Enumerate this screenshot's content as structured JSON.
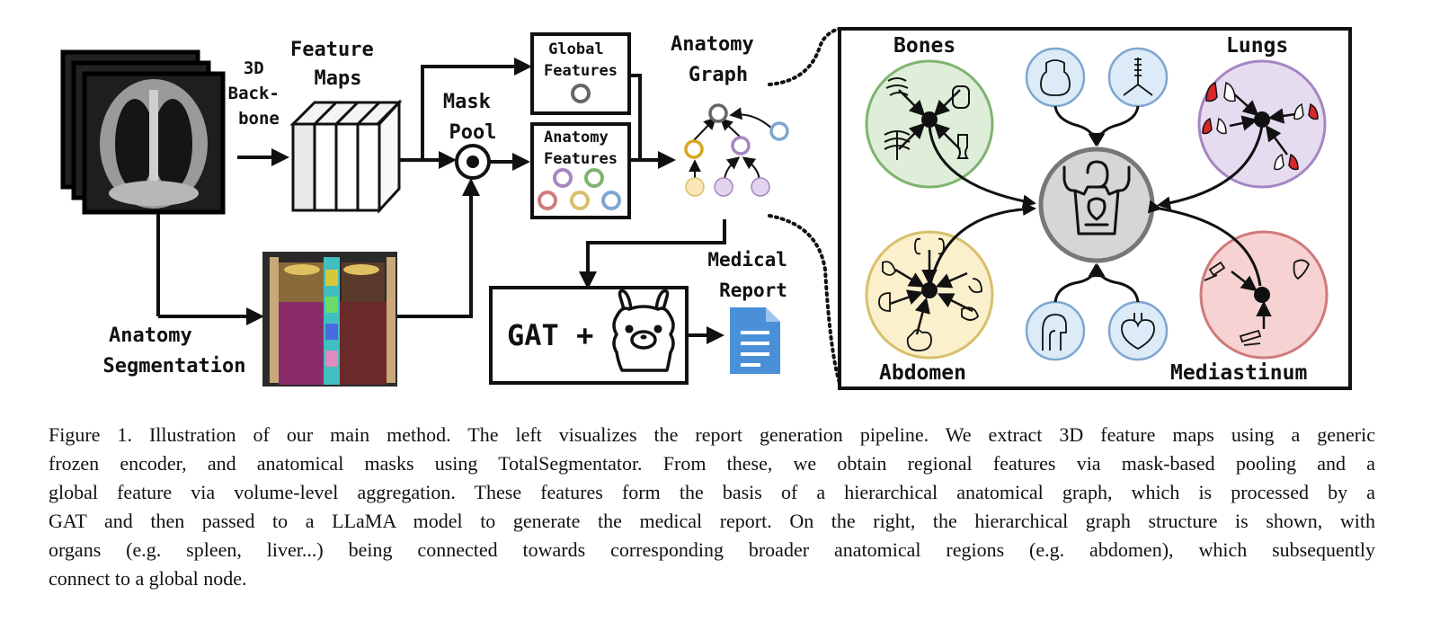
{
  "pipeline": {
    "backbone_label_lines": [
      "3D",
      "Back-",
      "bone"
    ],
    "feature_maps_lines": [
      "Feature",
      "Maps"
    ],
    "mask_pool_lines": [
      "Mask",
      "Pool"
    ],
    "global_features_lines": [
      "Global",
      "Features"
    ],
    "anatomy_features_lines": [
      "Anatomy",
      "Features"
    ],
    "anatomy_graph_lines": [
      "Anatomy",
      "Graph"
    ],
    "segmentation_lines": [
      "Anatomy",
      "Segmentation"
    ],
    "gat_label": "GAT +",
    "report_lines": [
      "Medical",
      "Report"
    ]
  },
  "hierarchy": {
    "bones_label": "Bones",
    "lungs_label": "Lungs",
    "abdomen_label": "Abdomen",
    "mediastinum_label": "Mediastinum"
  },
  "colors": {
    "bones": "#dfeed9",
    "bones_stroke": "#7fb46f",
    "lungs": "#e6dcef",
    "lungs_stroke": "#a686c2",
    "abdomen": "#fbf0cc",
    "abdomen_stroke": "#d8bf6a",
    "mediastinum": "#f6d2d2",
    "mediastinum_stroke": "#d07a7a",
    "organ": "#dcebf7",
    "organ_stroke": "#7ea6cf",
    "global": "#d6d6d6",
    "global_stroke": "#777777",
    "report_icon": "#4a90d9",
    "lung_red": "#d9262b"
  },
  "icons": [
    "ct-scan-stack-icon",
    "feature-maps-icon",
    "mask-pool-icon",
    "anatomy-graph-icon",
    "llama-icon",
    "document-icon",
    "skeleton-icon",
    "lung-icon",
    "heart-icon",
    "kidney-icon",
    "stomach-icon",
    "trachea-icon",
    "thyroid-icon",
    "throat-icon",
    "body-outline-icon"
  ],
  "caption": {
    "lines": [
      "Figure 1. Illustration of our main method. The left visualizes the report generation pipeline. We extract 3D feature maps using a generic",
      "frozen encoder, and anatomical masks using TotalSegmentator. From these, we obtain regional features via mask-based pooling and a",
      "global feature via volume-level aggregation. These features form the basis of a hierarchical anatomical graph, which is processed by a",
      "GAT and then passed to a LLaMA model to generate the medical report. On the right, the hierarchical graph structure is shown, with",
      "organs (e.g. spleen, liver...) being connected towards corresponding broader anatomical regions (e.g. abdomen), which subsequently",
      "connect to a global node."
    ]
  }
}
